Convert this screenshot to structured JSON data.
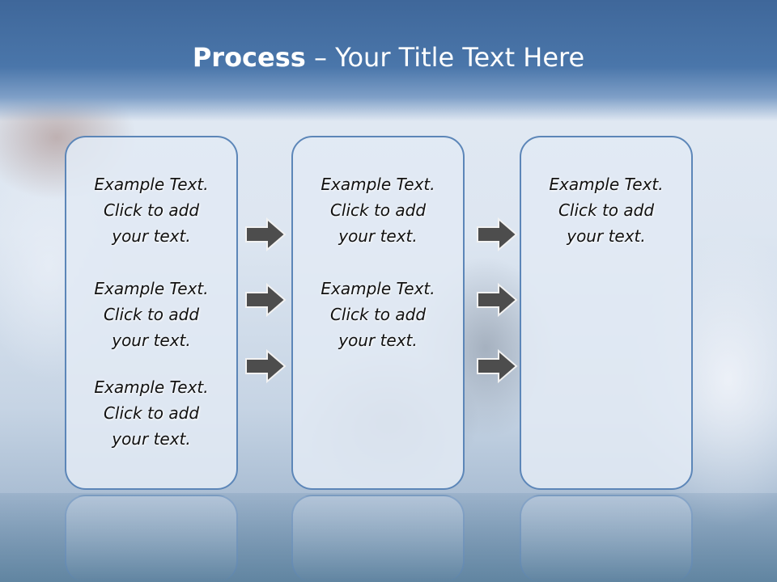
{
  "title": {
    "bold": "Process",
    "rest": " – Your Title Text Here"
  },
  "columns": [
    {
      "items": [
        {
          "line1": "Example Text.",
          "line2": "Click  to add",
          "line3": "your text."
        },
        {
          "line1": "Example Text.",
          "line2": "Click  to add",
          "line3": "your text."
        },
        {
          "line1": "Example Text.",
          "line2": "Click  to add",
          "line3": "your text."
        }
      ]
    },
    {
      "items": [
        {
          "line1": "Example Text.",
          "line2": "Click  to add",
          "line3": "your text."
        },
        {
          "line1": "Example Text.",
          "line2": "Click  to add",
          "line3": "your text."
        }
      ]
    },
    {
      "items": [
        {
          "line1": "Example Text.",
          "line2": "Click  to add",
          "line3": "your text."
        }
      ]
    }
  ],
  "arrows": {
    "icon": "right-arrow-icon",
    "color": "#4d4d4d",
    "outline": "#f2f2f2"
  },
  "colors": {
    "header": "#4a76aa",
    "panel_border": "#5c86b8",
    "panel_fill": "#e1e9f4"
  }
}
